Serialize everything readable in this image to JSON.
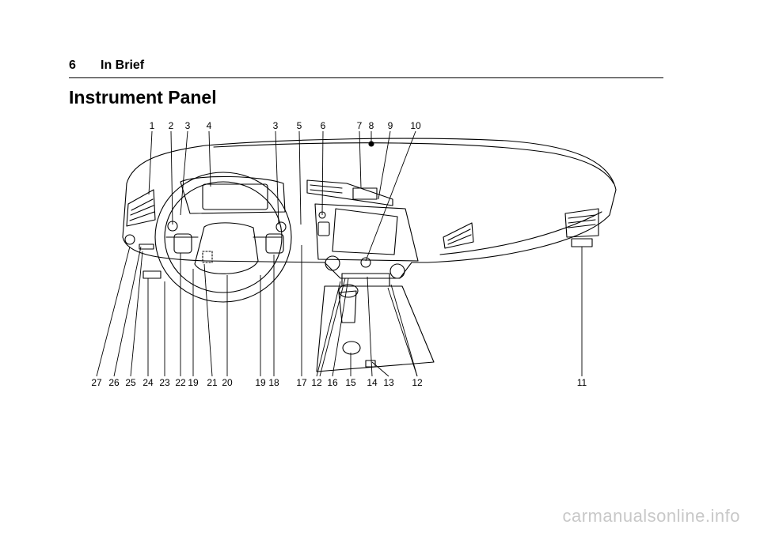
{
  "header": {
    "page_number": "6",
    "section": "In Brief"
  },
  "title": "Instrument Panel",
  "figure": {
    "top_callouts": [
      "1",
      "2",
      "3",
      "4",
      "3",
      "5",
      "6",
      "7",
      "8",
      "9",
      "10"
    ],
    "bottom_callouts": [
      "27",
      "26",
      "25",
      "24",
      "23",
      "22",
      "19",
      "21",
      "20",
      "19",
      "18",
      "17",
      "12",
      "16",
      "15",
      "14",
      "13",
      "12",
      "11"
    ]
  },
  "watermark": "carmanualsonline.info"
}
